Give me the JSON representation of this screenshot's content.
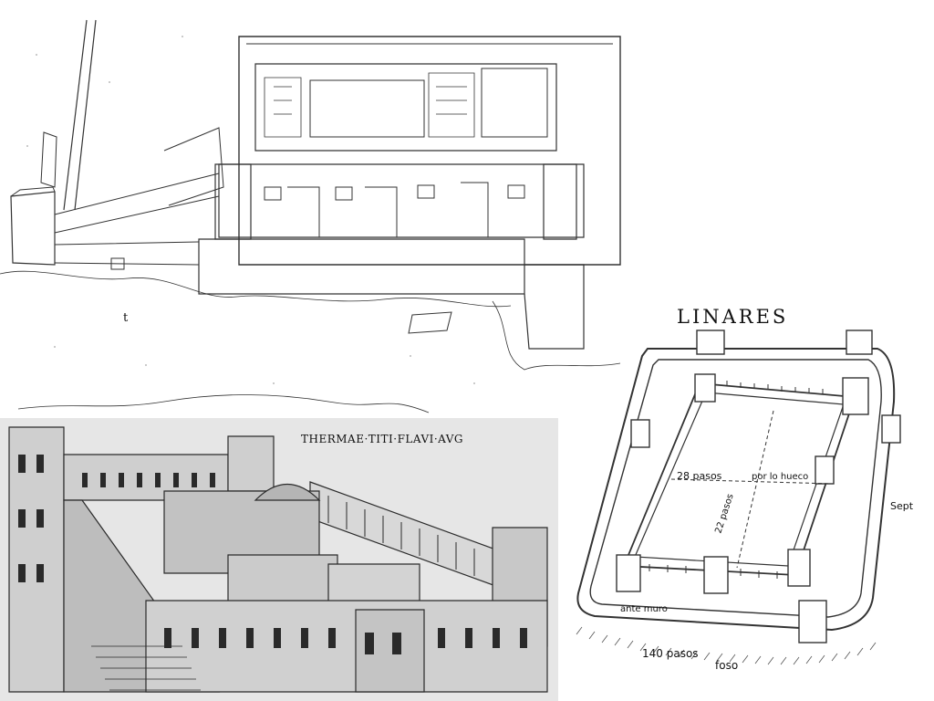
{
  "panels": {
    "fortress": {
      "marker": "t"
    },
    "thermae": {
      "caption": "THERMAE·TITI·FLAVI·AVG"
    },
    "linares": {
      "title": "LINARES",
      "labels": {
        "width_paces": "28 pasos",
        "depth_paces": "22 pasos",
        "interior": "por lo hueco",
        "side": "Sept",
        "outer_wall": "ante muro",
        "perimeter": "140 pasos",
        "moat": "foso"
      }
    }
  },
  "colors": {
    "paper": "#ffffff",
    "ink": "#333333",
    "engraving_bg": "#e6e6e6",
    "engraving_ink": "#2a2a2a"
  }
}
